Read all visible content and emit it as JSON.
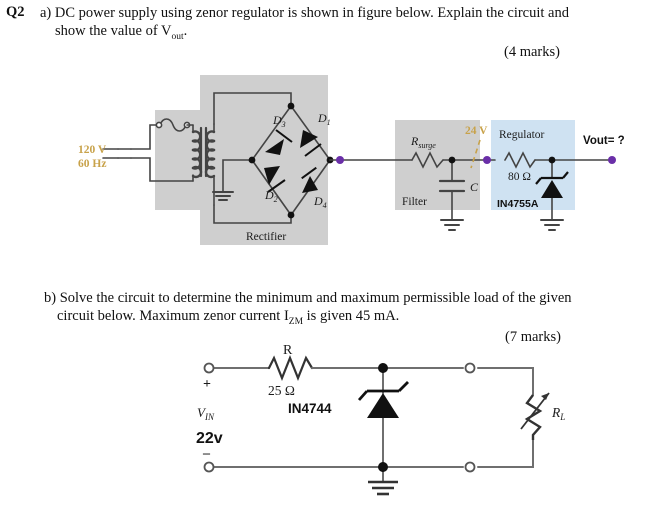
{
  "document": {
    "question_label": "Q2",
    "part_a": {
      "line1": "a) DC power supply using zenor regulator is shown in figure below. Explain the circuit and",
      "line2": "show the value of V",
      "line2_sub": "out",
      "line2_end": ".",
      "marks": "(4 marks)"
    },
    "part_b": {
      "line1": "b) Solve the circuit to determine the minimum and maximum permissible load of the given",
      "line2_a": "circuit below. Maximum zenor current I",
      "line2_sub": "ZM",
      "line2_b": " is given 45 mA.",
      "marks": "(7 marks)"
    }
  },
  "figure_a": {
    "caption_source_v": "120 V",
    "caption_source_f": "60 Hz",
    "diodes": [
      "D",
      "D",
      "D",
      "D"
    ],
    "diode_labels": [
      {
        "name": "D",
        "sub": "3"
      },
      {
        "name": "D",
        "sub": "1"
      },
      {
        "name": "D",
        "sub": "2"
      },
      {
        "name": "D",
        "sub": "4"
      }
    ],
    "block_rectifier": "Rectifier",
    "block_filter": "Filter",
    "block_regulator": "Regulator",
    "resistor_surge_name": "R",
    "resistor_surge_sub": "surge",
    "cap_label": "C",
    "node_voltage": "24 V",
    "regulator_resistor": "80 Ω",
    "zener_part": "IN4755A",
    "output_label": "Vout= ?",
    "colors": {
      "block_gray": "#cfcfcf",
      "block_blue": "#cfe2f2",
      "node_purple": "#6a2fa8",
      "tan_text": "#c8a24a",
      "wire": "#444444"
    }
  },
  "figure_b": {
    "resistor_name": "R",
    "resistor_value": "25 Ω",
    "source_label_v": "V",
    "source_label_sub": "IN",
    "source_value": "22v",
    "plus_sign": "+",
    "minus_sign": "–",
    "zener_part": "IN4744",
    "load_name": "R",
    "load_sub": "L",
    "colors": {
      "tan_text": "#c8a24a",
      "wire": "#6f6f6f"
    }
  }
}
